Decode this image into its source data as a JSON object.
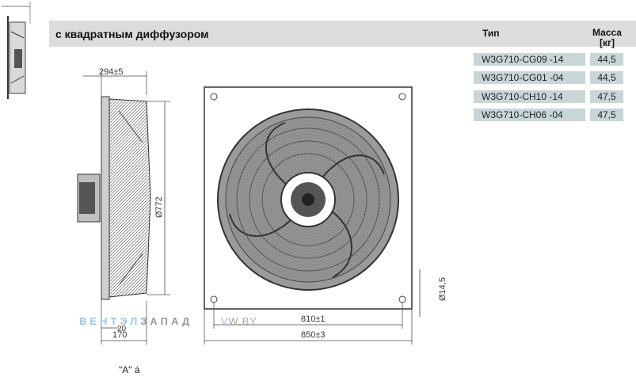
{
  "header": {
    "title": "с квадратным диффузором",
    "col_type": "Тип",
    "col_mass": "Масса",
    "col_mass_unit": "[кг]"
  },
  "rows": [
    {
      "type": "W3G710-CG09 -14",
      "mass": "44,5"
    },
    {
      "type": "W3G710-CG01 -04",
      "mass": "44,5"
    },
    {
      "type": "W3G710-CH10 -14",
      "mass": "47,5"
    },
    {
      "type": "W3G710-CH06 -04",
      "mass": "47,5"
    }
  ],
  "drawing": {
    "dim_depth": "294±5",
    "dim_height": "Ø772",
    "dim_base": "170",
    "dim_base_small": "20",
    "dim_inner": "810±1",
    "dim_outer": "850±3",
    "dim_hole": "Ø14,5"
  },
  "watermark": {
    "part1": "ВЕНТЭЛ",
    "part2": "ЗАПАД",
    "part3": "V",
    "part4": "W.BY"
  },
  "caption": "\"A\" á"
}
